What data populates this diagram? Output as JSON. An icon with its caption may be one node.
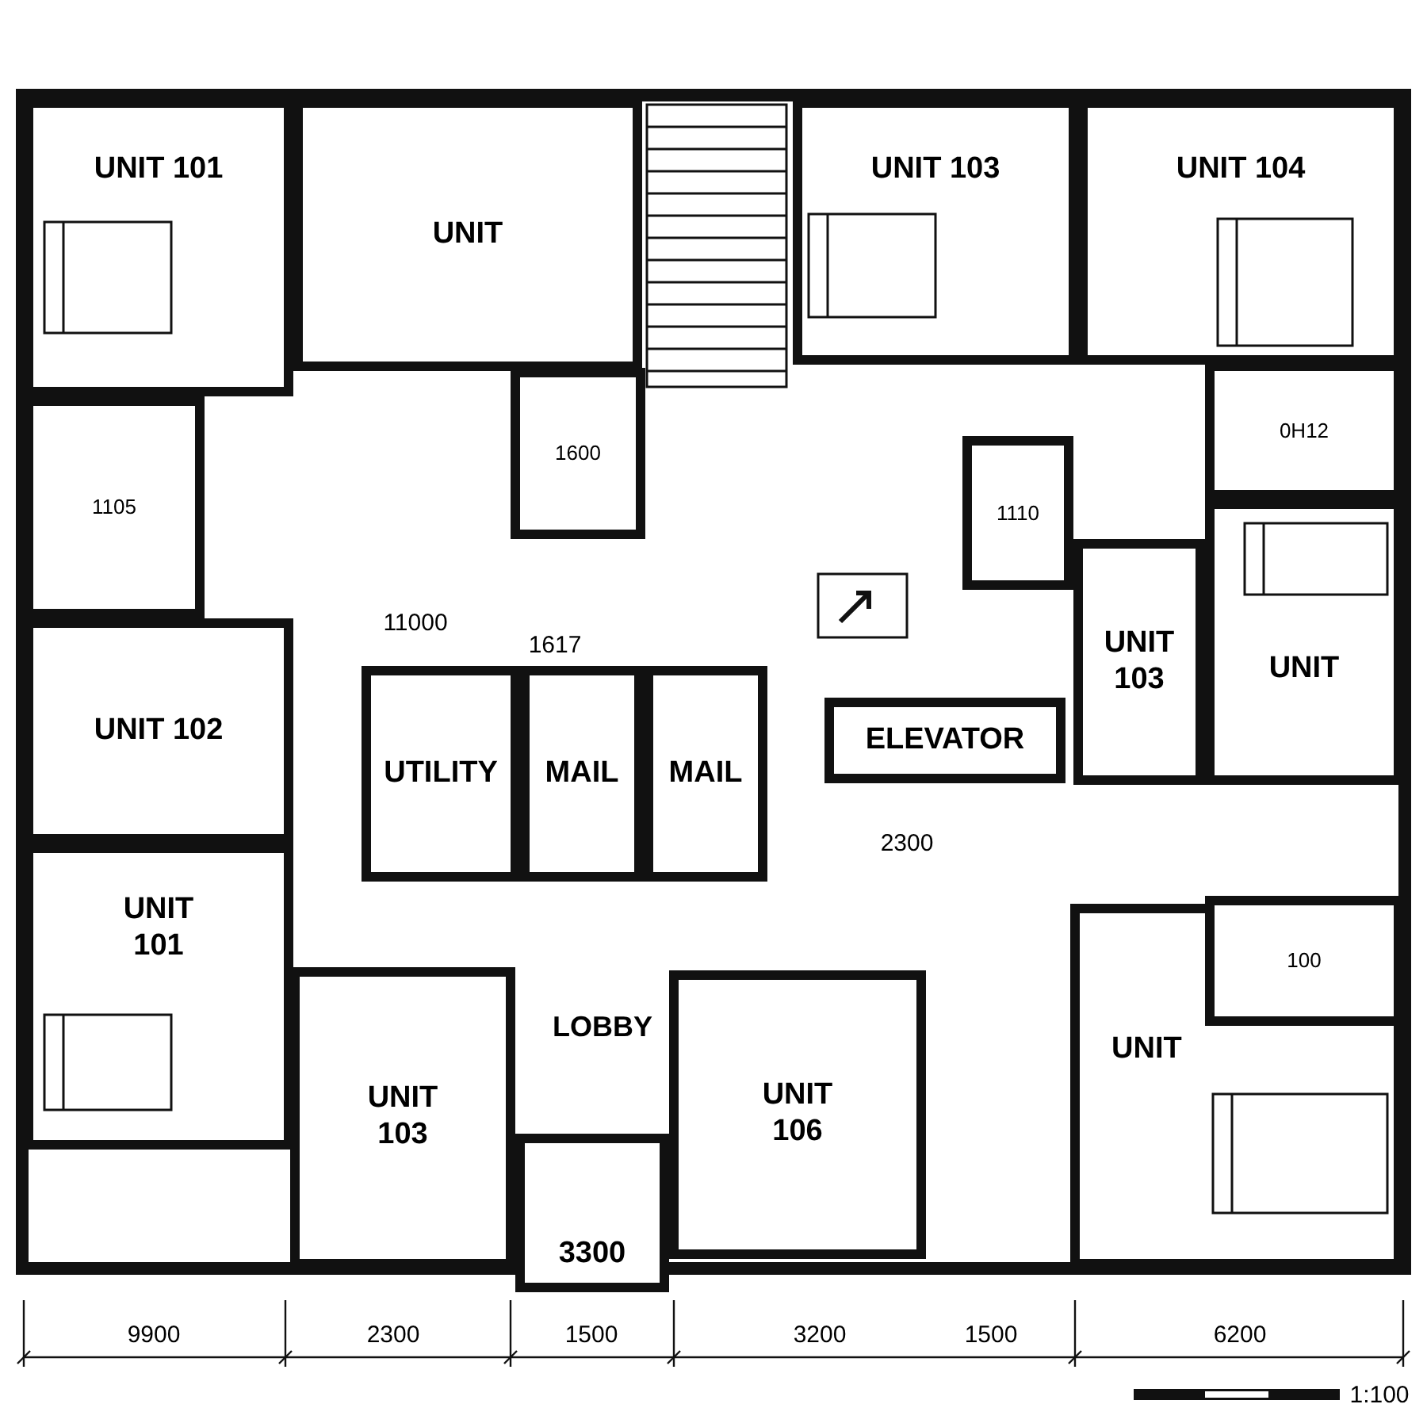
{
  "diagram": {
    "nodes": [
      {
        "text": [
          "UNIT 101"
        ]
      },
      {
        "text": [
          "UNIT"
        ]
      },
      {
        "text": [
          "UNIT 103"
        ]
      },
      {
        "text": [
          "UNIT 104"
        ]
      },
      {
        "text": [
          "1600"
        ]
      },
      {
        "text": [
          "1105"
        ]
      },
      {
        "text": [
          "0H12"
        ]
      },
      {
        "text": [
          "1110"
        ]
      },
      {
        "text": [
          "UNIT 103"
        ]
      },
      {
        "text": [
          "UNIT"
        ]
      },
      {
        "text": [
          "UNIT 102"
        ]
      },
      {
        "text": [
          "UTILITY"
        ]
      },
      {
        "text": [
          "MAIL"
        ]
      },
      {
        "text": [
          "MAIL"
        ]
      },
      {
        "text": [
          "ELEVATOR"
        ]
      },
      {
        "text": [
          "UNIT 101"
        ]
      },
      {
        "text": [
          "100"
        ],
        "in": 19
      },
      {
        "text": [
          "UNIT 103"
        ]
      },
      {
        "text": [
          "UNIT 106"
        ]
      },
      {
        "text": [
          "UNIT"
        ]
      },
      {
        "text": [
          "3300"
        ]
      }
    ],
    "edges": [],
    "labels": [
      "11000",
      "1617",
      "2300",
      "LOBBY",
      "9900",
      "2300",
      "1500",
      "3200",
      "1500",
      "6200",
      "1:100"
    ]
  }
}
